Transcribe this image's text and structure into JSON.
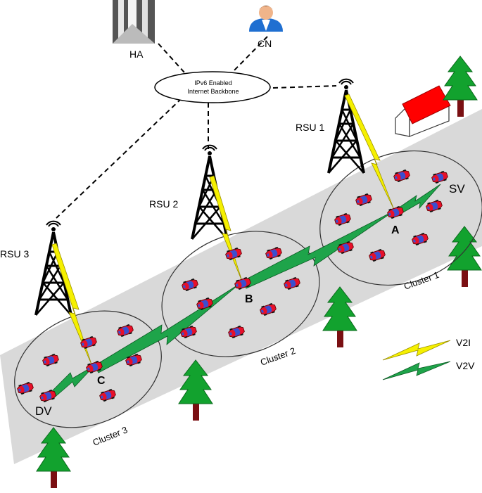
{
  "nodes": {
    "ha": "HA",
    "cn": "CN",
    "backbone_line1": "IPv6 Enabled",
    "backbone_line2": "Internet Backbone",
    "rsu1": "RSU 1",
    "rsu2": "RSU 2",
    "rsu3": "RSU 3"
  },
  "vehicles": {
    "sv": "SV",
    "dv": "DV",
    "a": "A",
    "b": "B",
    "c": "C"
  },
  "clusters": {
    "c1": "Cluster 1",
    "c2": "Cluster 2",
    "c3": "Cluster 3"
  },
  "legend": {
    "v2i": "V2I",
    "v2v": "V2V"
  },
  "colors": {
    "v2i_bolt": "#f5f000",
    "v2v_bolt": "#1ea44a",
    "car_body": "#e8102a",
    "car_window": "#3a4fd0",
    "road": "#d9d9d9",
    "tree_green": "#12a22e",
    "tree_trunk": "#7a0f12",
    "house_roof": "#ff0000"
  }
}
